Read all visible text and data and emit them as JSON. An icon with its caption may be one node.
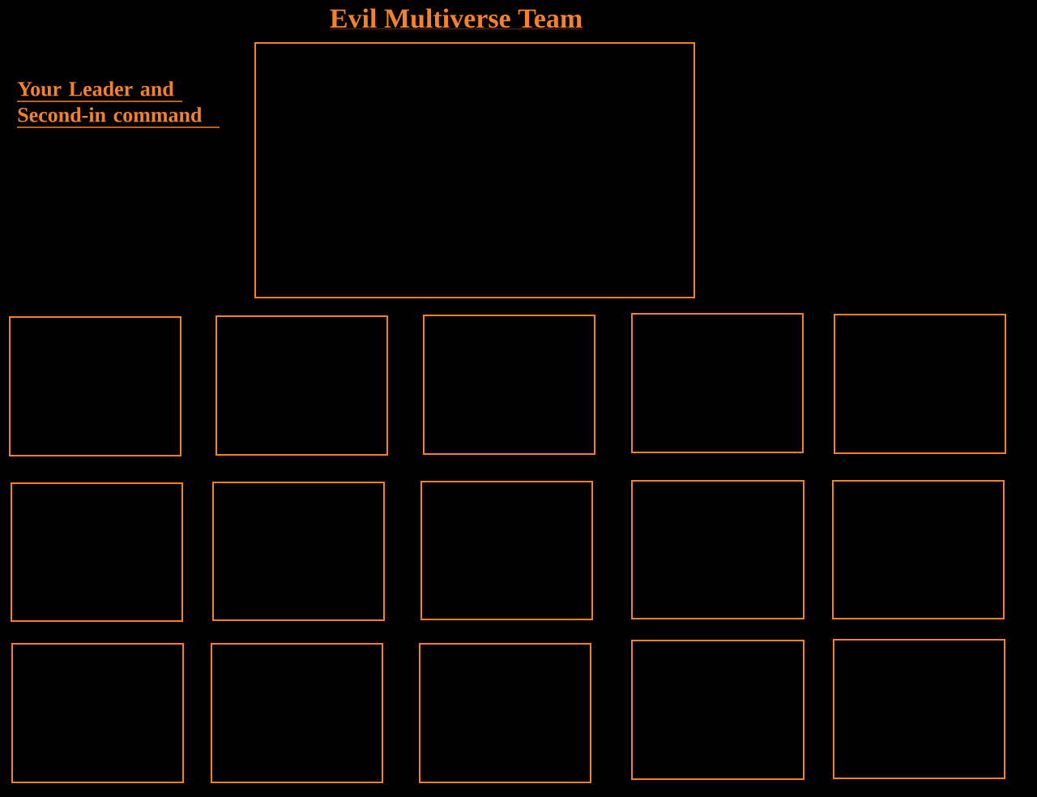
{
  "diagram": {
    "title": "Evil Multiverse Team",
    "nodes": [
      {
        "text": [],
        "shape": "box"
      },
      {
        "text": [],
        "shape": "box"
      },
      {
        "text": [],
        "shape": "box"
      },
      {
        "text": [],
        "shape": "box"
      },
      {
        "text": [],
        "shape": "box"
      },
      {
        "text": [],
        "shape": "box"
      },
      {
        "text": [],
        "shape": "box"
      },
      {
        "text": [],
        "shape": "box"
      },
      {
        "text": [],
        "shape": "box"
      },
      {
        "text": [],
        "shape": "box"
      },
      {
        "text": [],
        "shape": "box"
      },
      {
        "text": [],
        "shape": "box"
      },
      {
        "text": [],
        "shape": "box"
      },
      {
        "text": [],
        "shape": "box"
      },
      {
        "text": [],
        "shape": "box"
      },
      {
        "text": [],
        "shape": "box"
      }
    ],
    "labels": [
      "Your Leader and Second-in command"
    ]
  }
}
